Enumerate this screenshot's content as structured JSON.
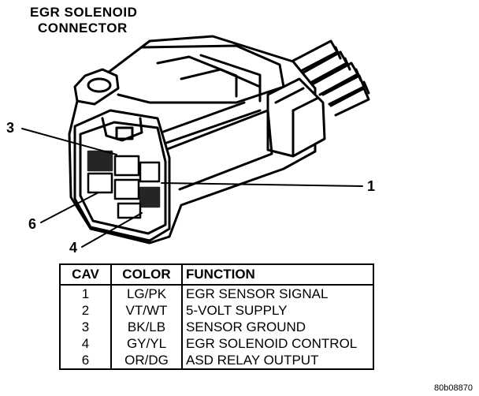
{
  "title": {
    "line1": "EGR SOLENOID",
    "line2": "CONNECTOR"
  },
  "callouts": {
    "c3": "3",
    "c1": "1",
    "c6": "6",
    "c4": "4"
  },
  "table": {
    "headers": [
      "CAV",
      "COLOR",
      "FUNCTION"
    ],
    "rows": [
      {
        "cav": "1",
        "color": "LG/PK",
        "function": "EGR SENSOR SIGNAL"
      },
      {
        "cav": "2",
        "color": "VT/WT",
        "function": "5-VOLT SUPPLY"
      },
      {
        "cav": "3",
        "color": "BK/LB",
        "function": "SENSOR GROUND"
      },
      {
        "cav": "4",
        "color": "GY/YL",
        "function": "EGR SOLENOID CONTROL"
      },
      {
        "cav": "6",
        "color": "OR/DG",
        "function": "ASD RELAY OUTPUT"
      }
    ]
  },
  "figure_id": "80b08870"
}
